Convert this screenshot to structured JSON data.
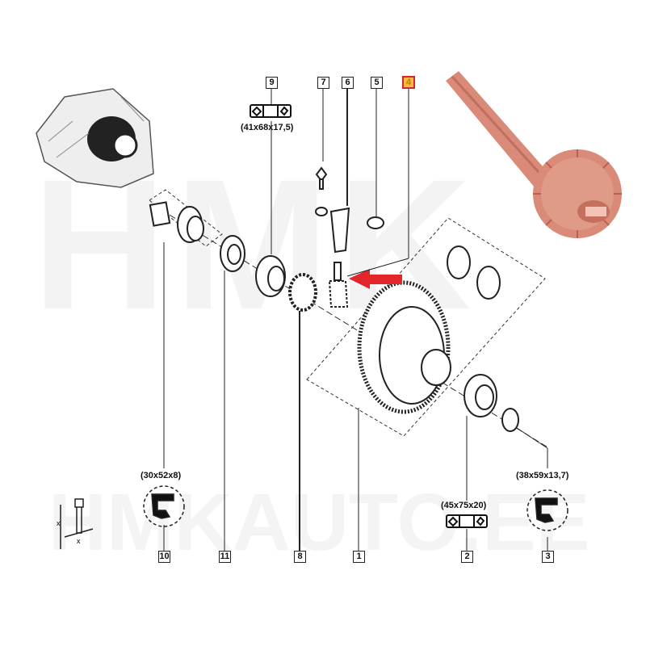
{
  "watermark": {
    "top": "HMK",
    "bottom": "HMKAUTO.EE"
  },
  "callouts": {
    "c9": "9",
    "c7": "7",
    "c6": "6",
    "c5": "5",
    "c4": "4",
    "c10": "10",
    "c11": "11",
    "c8": "8",
    "c1": "1",
    "c2": "2",
    "c3": "3"
  },
  "dimensions": {
    "bearing_9": "(41x68x17,5)",
    "seal_10": "(30x52x8)",
    "bearing_2": "(45x75x20)",
    "seal_3": "(38x59x13,7)"
  },
  "torque_symbol": {
    "x1": "x",
    "x2": "x"
  },
  "colors": {
    "highlight": "#d8232a",
    "highlight_fill": "#f4b942",
    "arrow": "#e3262b",
    "part_photo": "#d98a78"
  }
}
